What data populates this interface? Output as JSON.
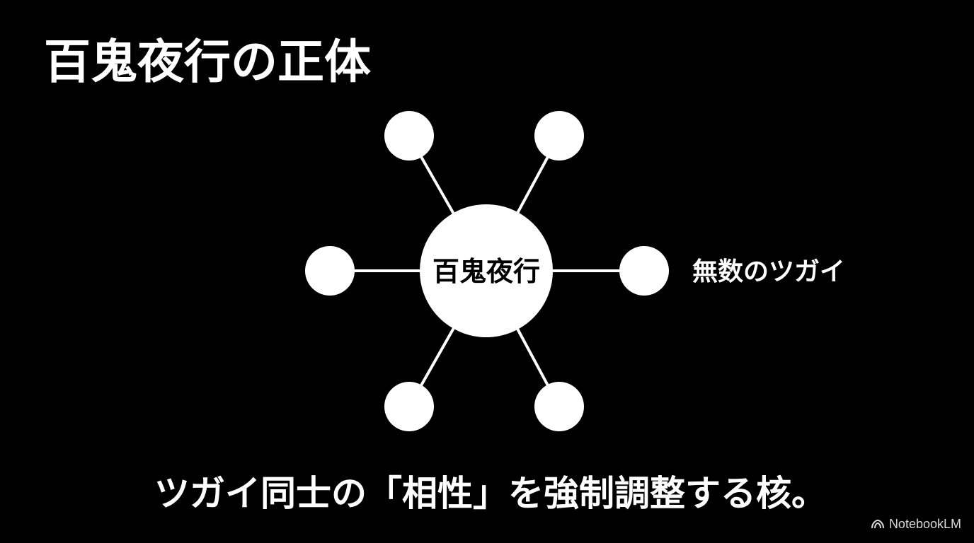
{
  "slide": {
    "title": "百鬼夜行の正体",
    "subtitle": "ツガイ同士の「相性」を強制調整する核。"
  },
  "diagram": {
    "center_label": "百鬼夜行",
    "side_label": "無数のツガイ",
    "satellite_count": 6
  },
  "brand": {
    "icon": "notebooklm-logo-icon",
    "label": "NotebookLM"
  },
  "colors": {
    "background": "#000000",
    "foreground": "#ffffff"
  }
}
